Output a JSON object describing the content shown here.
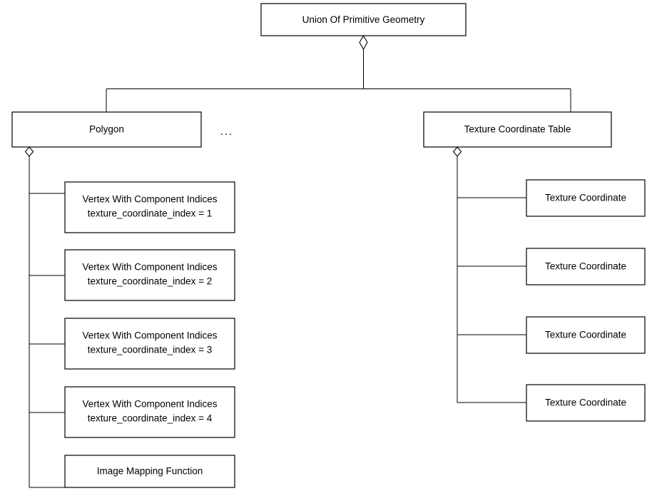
{
  "diagram": {
    "title": "Union Of Primitive Geometry",
    "root": {
      "label": "Union Of Primitive Geometry"
    },
    "children": [
      {
        "label": "Polygon"
      },
      {
        "label": "Texture Coordinate Table"
      }
    ],
    "ellipsis": "...",
    "polygon_children": [
      {
        "line1": "Vertex With Component Indices",
        "line2": "texture_coordinate_index = 1"
      },
      {
        "line1": "Vertex With Component Indices",
        "line2": "texture_coordinate_index = 2"
      },
      {
        "line1": "Vertex With Component Indices",
        "line2": "texture_coordinate_index = 3"
      },
      {
        "line1": "Vertex With Component Indices",
        "line2": "texture_coordinate_index = 4"
      },
      {
        "line1": "Image Mapping Function",
        "line2": ""
      }
    ],
    "texture_table_children": [
      {
        "label": "Texture Coordinate"
      },
      {
        "label": "Texture Coordinate"
      },
      {
        "label": "Texture Coordinate"
      },
      {
        "label": "Texture Coordinate"
      }
    ],
    "colors": {
      "line": "#000000",
      "box_fill": "#ffffff",
      "text": "#000000",
      "background": "#ffffff"
    }
  }
}
